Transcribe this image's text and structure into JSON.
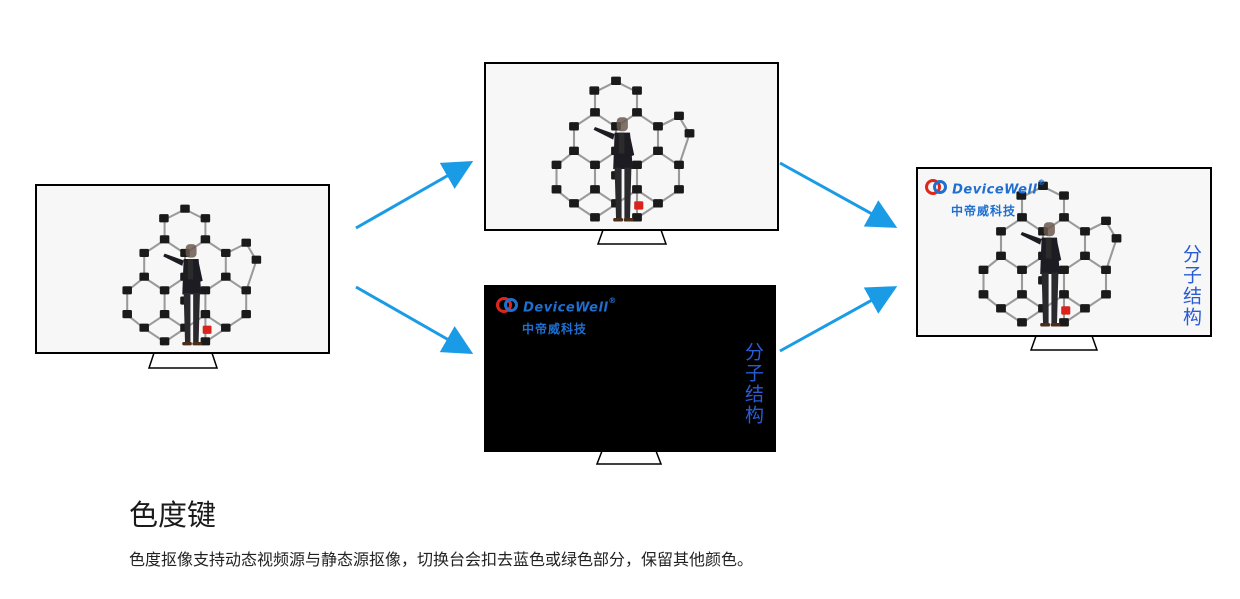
{
  "heading": "色度键",
  "description": "色度抠像支持动态视频源与静态源抠像，切换台会扣去蓝色或绿色部分，保留其他颜色。",
  "overlay": {
    "logo_en": "DeviceWell",
    "logo_reg": "®",
    "logo_cn": "中帝威科技",
    "side_text": "分子结构"
  },
  "colors": {
    "arrow": "#1a9be6",
    "logo_blue": "#1f6fd0",
    "logo_red": "#e0261b",
    "side_text": "#2a5bd7",
    "overlay_bg": "#000000"
  }
}
